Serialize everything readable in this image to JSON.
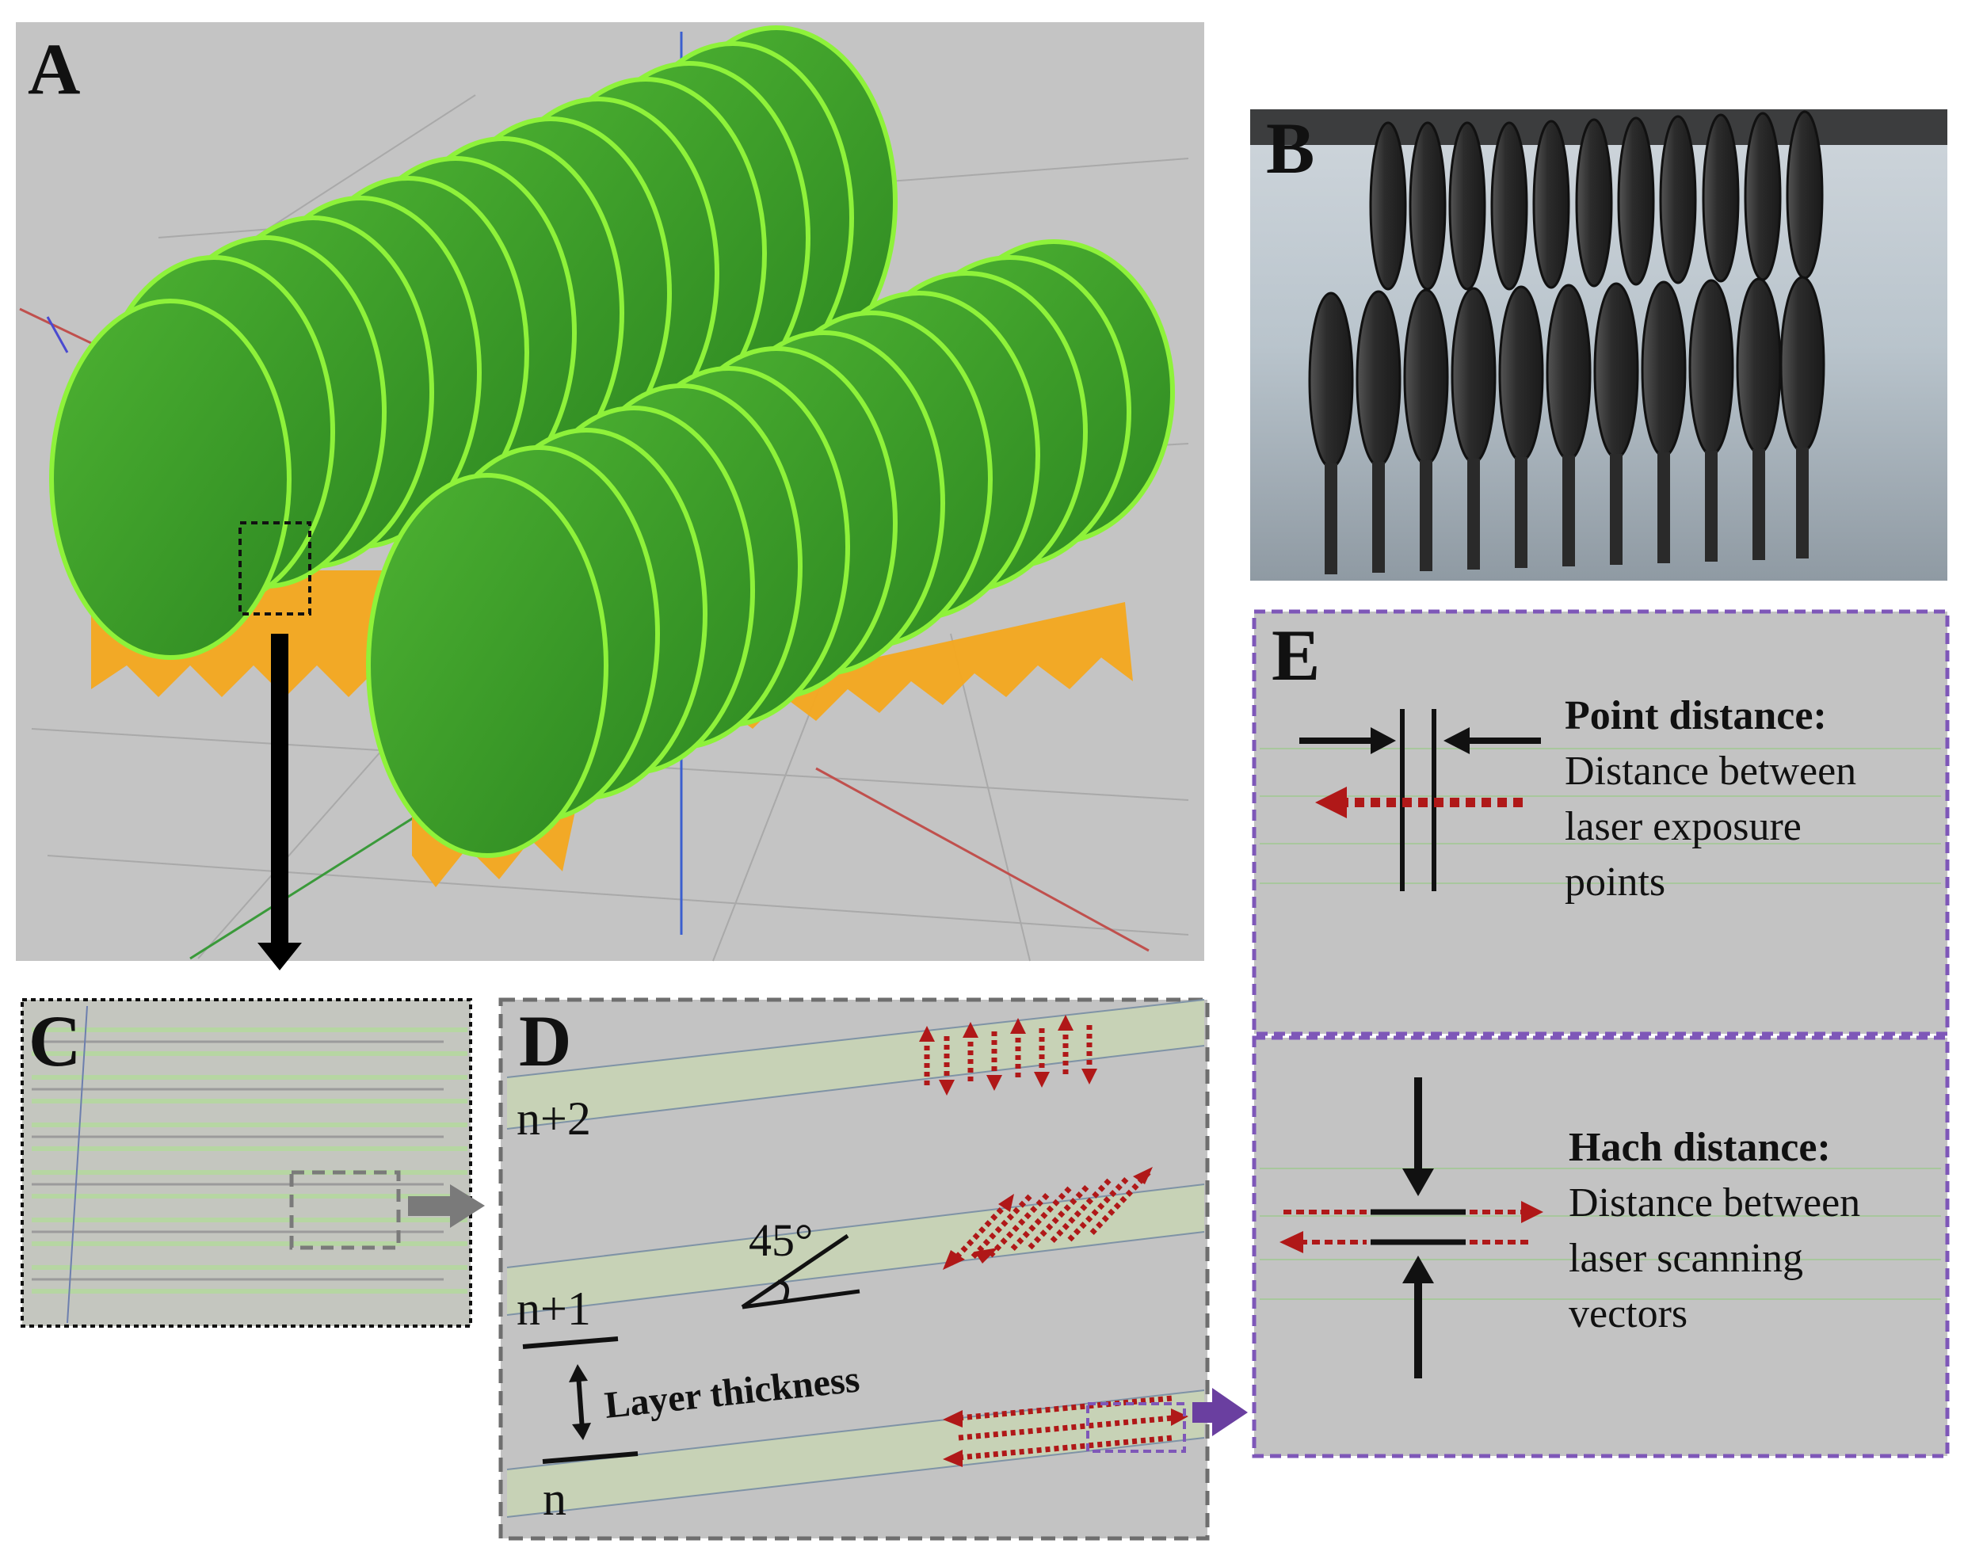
{
  "panels": {
    "a": {
      "letter": "A"
    },
    "b": {
      "letter": "B"
    },
    "c": {
      "letter": "C"
    },
    "d": {
      "letter": "D",
      "layers": [
        "n+2",
        "n+1",
        "n"
      ],
      "angle": "45°",
      "thickness_label": "Layer thickness"
    },
    "e": {
      "letter": "E",
      "point": {
        "title": "Point distance:",
        "lines": [
          "Distance between",
          "laser exposure",
          "points"
        ]
      },
      "hatch": {
        "title": "Hach distance:",
        "lines": [
          "Distance between",
          "laser scanning",
          "vectors"
        ]
      }
    }
  },
  "colors": {
    "panel_bg": "#c3c3c3",
    "part_green": "#3d9a2a",
    "part_edge": "#8ef23a",
    "support_orange": "#f4a81e",
    "scan_red": "#b01818",
    "connector_gray": "#7a7a7a",
    "connector_purple": "#6a3fa0",
    "frame_purple": "#7e57b8"
  }
}
